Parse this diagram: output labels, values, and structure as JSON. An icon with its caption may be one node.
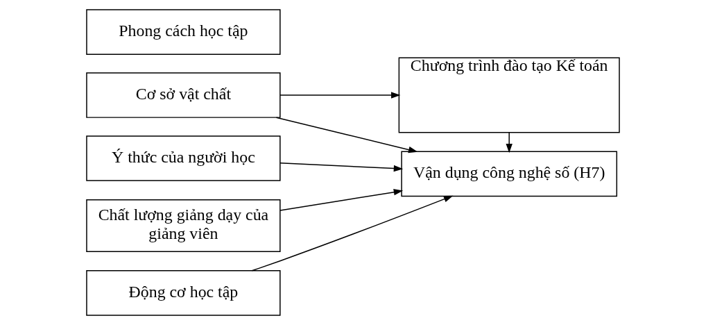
{
  "diagram": {
    "nodes": [
      {
        "text": [
          "Ý thức của người học"
        ]
      },
      {
        "text": [
          "Chất lượng giảng dạy của giảng viên"
        ]
      },
      {
        "text": [
          "Phong cách học tập"
        ]
      },
      {
        "text": [
          "Động cơ học tập"
        ]
      },
      {
        "text": [
          "Cơ sở vật chất"
        ]
      },
      {
        "text": [
          "Vận dụng công nghệ số (H7)"
        ]
      },
      {
        "text": [
          "Chương trình đào tạo Kế toán"
        ]
      }
    ],
    "edges": [
      {
        "from": 0,
        "to": 5,
        "arrow": "to"
      },
      {
        "from": 1,
        "to": 5,
        "arrow": "to"
      },
      {
        "from": 3,
        "to": 5,
        "arrow": "to"
      },
      {
        "from": 4,
        "to": 5,
        "arrow": "to"
      },
      {
        "from": 4,
        "to": 6,
        "arrow": "to"
      },
      {
        "from": 6,
        "to": 5,
        "arrow": "to"
      }
    ]
  }
}
